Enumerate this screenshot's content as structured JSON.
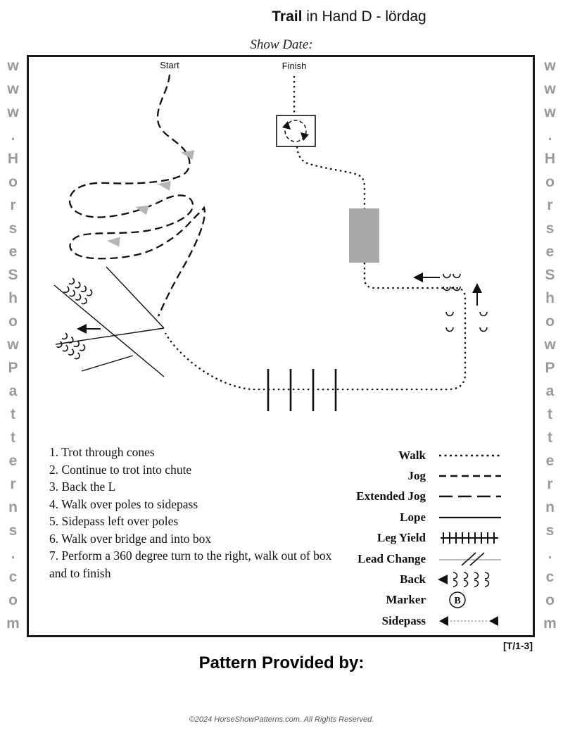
{
  "header": {
    "title_word": "Trail",
    "title_rest": " in Hand D - lördag",
    "show_date_label": "Show Date:"
  },
  "watermarks": {
    "left": "www.HorseShowPatterns.com",
    "right": "www.HorseShowPatterns.com",
    "color": "#9a9a9a"
  },
  "arena": {
    "start_label": "Start",
    "finish_label": "Finish",
    "bridge_color": "#a9a9a9",
    "cone_color": "#b5b5b5"
  },
  "instructions": [
    "1. Trot through cones",
    "2. Continue to trot into chute",
    "3. Back the L",
    "4. Walk over poles to sidepass",
    "5. Sidepass left over poles",
    "6. Walk over bridge and into box",
    "7. Perform a 360 degree turn to the right, walk out of box and to finish"
  ],
  "legend": {
    "items": [
      {
        "label": "Walk"
      },
      {
        "label": "Jog"
      },
      {
        "label": "Extended Jog"
      },
      {
        "label": "Lope"
      },
      {
        "label": "Leg Yield"
      },
      {
        "label": "Lead Change"
      },
      {
        "label": "Back"
      },
      {
        "label": "Marker",
        "marker_letter": "B"
      },
      {
        "label": "Sidepass"
      }
    ]
  },
  "footer": {
    "pattern_code": "[T/1-3]",
    "provided_by_label": "Pattern Provided by:",
    "copyright": "©2024 HorseShowPatterns.com. All Rights Reserved."
  }
}
